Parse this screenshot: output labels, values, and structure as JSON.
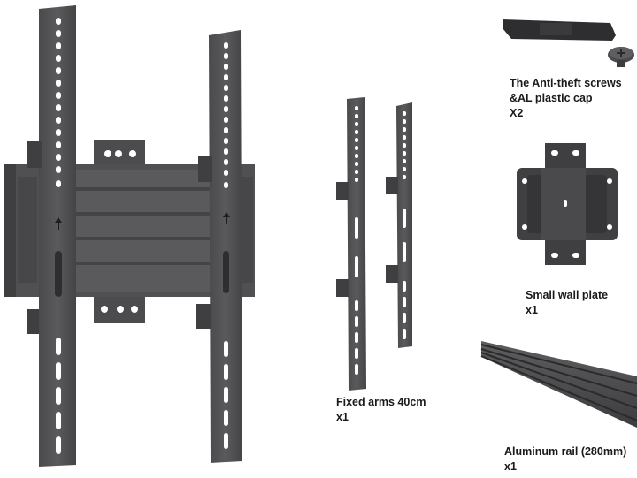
{
  "labels": {
    "screws": {
      "line1": "The Anti-theft screws",
      "line2": "&AL plastic cap",
      "qty": "X2"
    },
    "plate": {
      "name": "Small wall plate",
      "qty": "x1"
    },
    "arms": {
      "name": "Fixed arms 40cm",
      "qty": "x1"
    },
    "rail": {
      "name": "Aluminum rail (280mm)",
      "qty": "x1"
    }
  },
  "colors": {
    "metal_dark": "#3f3f41",
    "metal_mid": "#545456",
    "metal_light": "#6a6a6c",
    "hole": "#ffffff",
    "text": "#1a1a1a"
  }
}
